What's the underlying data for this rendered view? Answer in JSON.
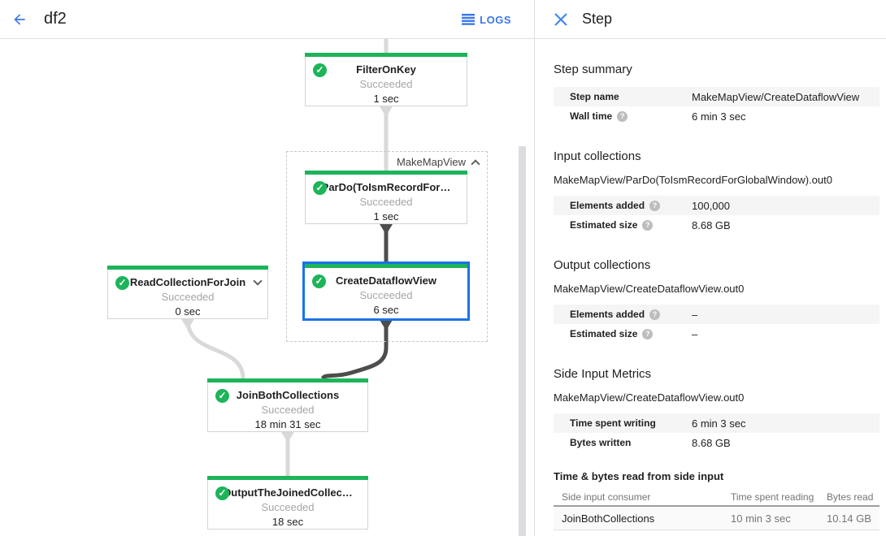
{
  "header": {
    "title": "df2",
    "logs_label": "LOGS"
  },
  "icons": {
    "check": "✓",
    "help": "?"
  },
  "colors": {
    "green": "#1db45a",
    "selection_blue": "#1a73e8",
    "link_blue": "#3b78e7",
    "status_gray": "#a6a6a6"
  },
  "graph": {
    "group_label": "MakeMapView",
    "nodes": [
      {
        "name": "FilterOnKey",
        "status": "Succeeded",
        "time": "1 sec"
      },
      {
        "name": "ParDo(ToIsmRecordFor…",
        "status": "Succeeded",
        "time": "1 sec"
      },
      {
        "name": "CreateDataflowView",
        "status": "Succeeded",
        "time": "6 sec"
      },
      {
        "name": "ReadCollectionForJoin",
        "status": "Succeeded",
        "time": "0 sec"
      },
      {
        "name": "JoinBothCollections",
        "status": "Succeeded",
        "time": "18 min 31 sec"
      },
      {
        "name": "OutputTheJoinedCollec…",
        "status": "Succeeded",
        "time": "18 sec"
      }
    ]
  },
  "panel": {
    "title": "Step",
    "step_summary": {
      "heading": "Step summary",
      "rows": [
        {
          "label": "Step name",
          "value": "MakeMapView/CreateDataflowView"
        },
        {
          "label": "Wall time",
          "value": "6 min 3 sec"
        }
      ]
    },
    "input_collections": {
      "heading": "Input collections",
      "collection": "MakeMapView/ParDo(ToIsmRecordForGlobalWindow).out0",
      "rows": [
        {
          "label": "Elements added",
          "value": "100,000"
        },
        {
          "label": "Estimated size",
          "value": "8.68 GB"
        }
      ]
    },
    "output_collections": {
      "heading": "Output collections",
      "collection": "MakeMapView/CreateDataflowView.out0",
      "rows": [
        {
          "label": "Elements added",
          "value": "–"
        },
        {
          "label": "Estimated size",
          "value": "–"
        }
      ]
    },
    "side_input_metrics": {
      "heading": "Side Input Metrics",
      "collection": "MakeMapView/CreateDataflowView.out0",
      "rows": [
        {
          "label": "Time spent writing",
          "value": "6 min 3 sec"
        },
        {
          "label": "Bytes written",
          "value": "8.68 GB"
        }
      ]
    },
    "side_input_table": {
      "heading": "Time & bytes read from side input",
      "columns": [
        "Side input consumer",
        "Time spent reading",
        "Bytes read"
      ],
      "rows": [
        [
          "JoinBothCollections",
          "10 min 3 sec",
          "10.14 GB"
        ]
      ]
    }
  }
}
